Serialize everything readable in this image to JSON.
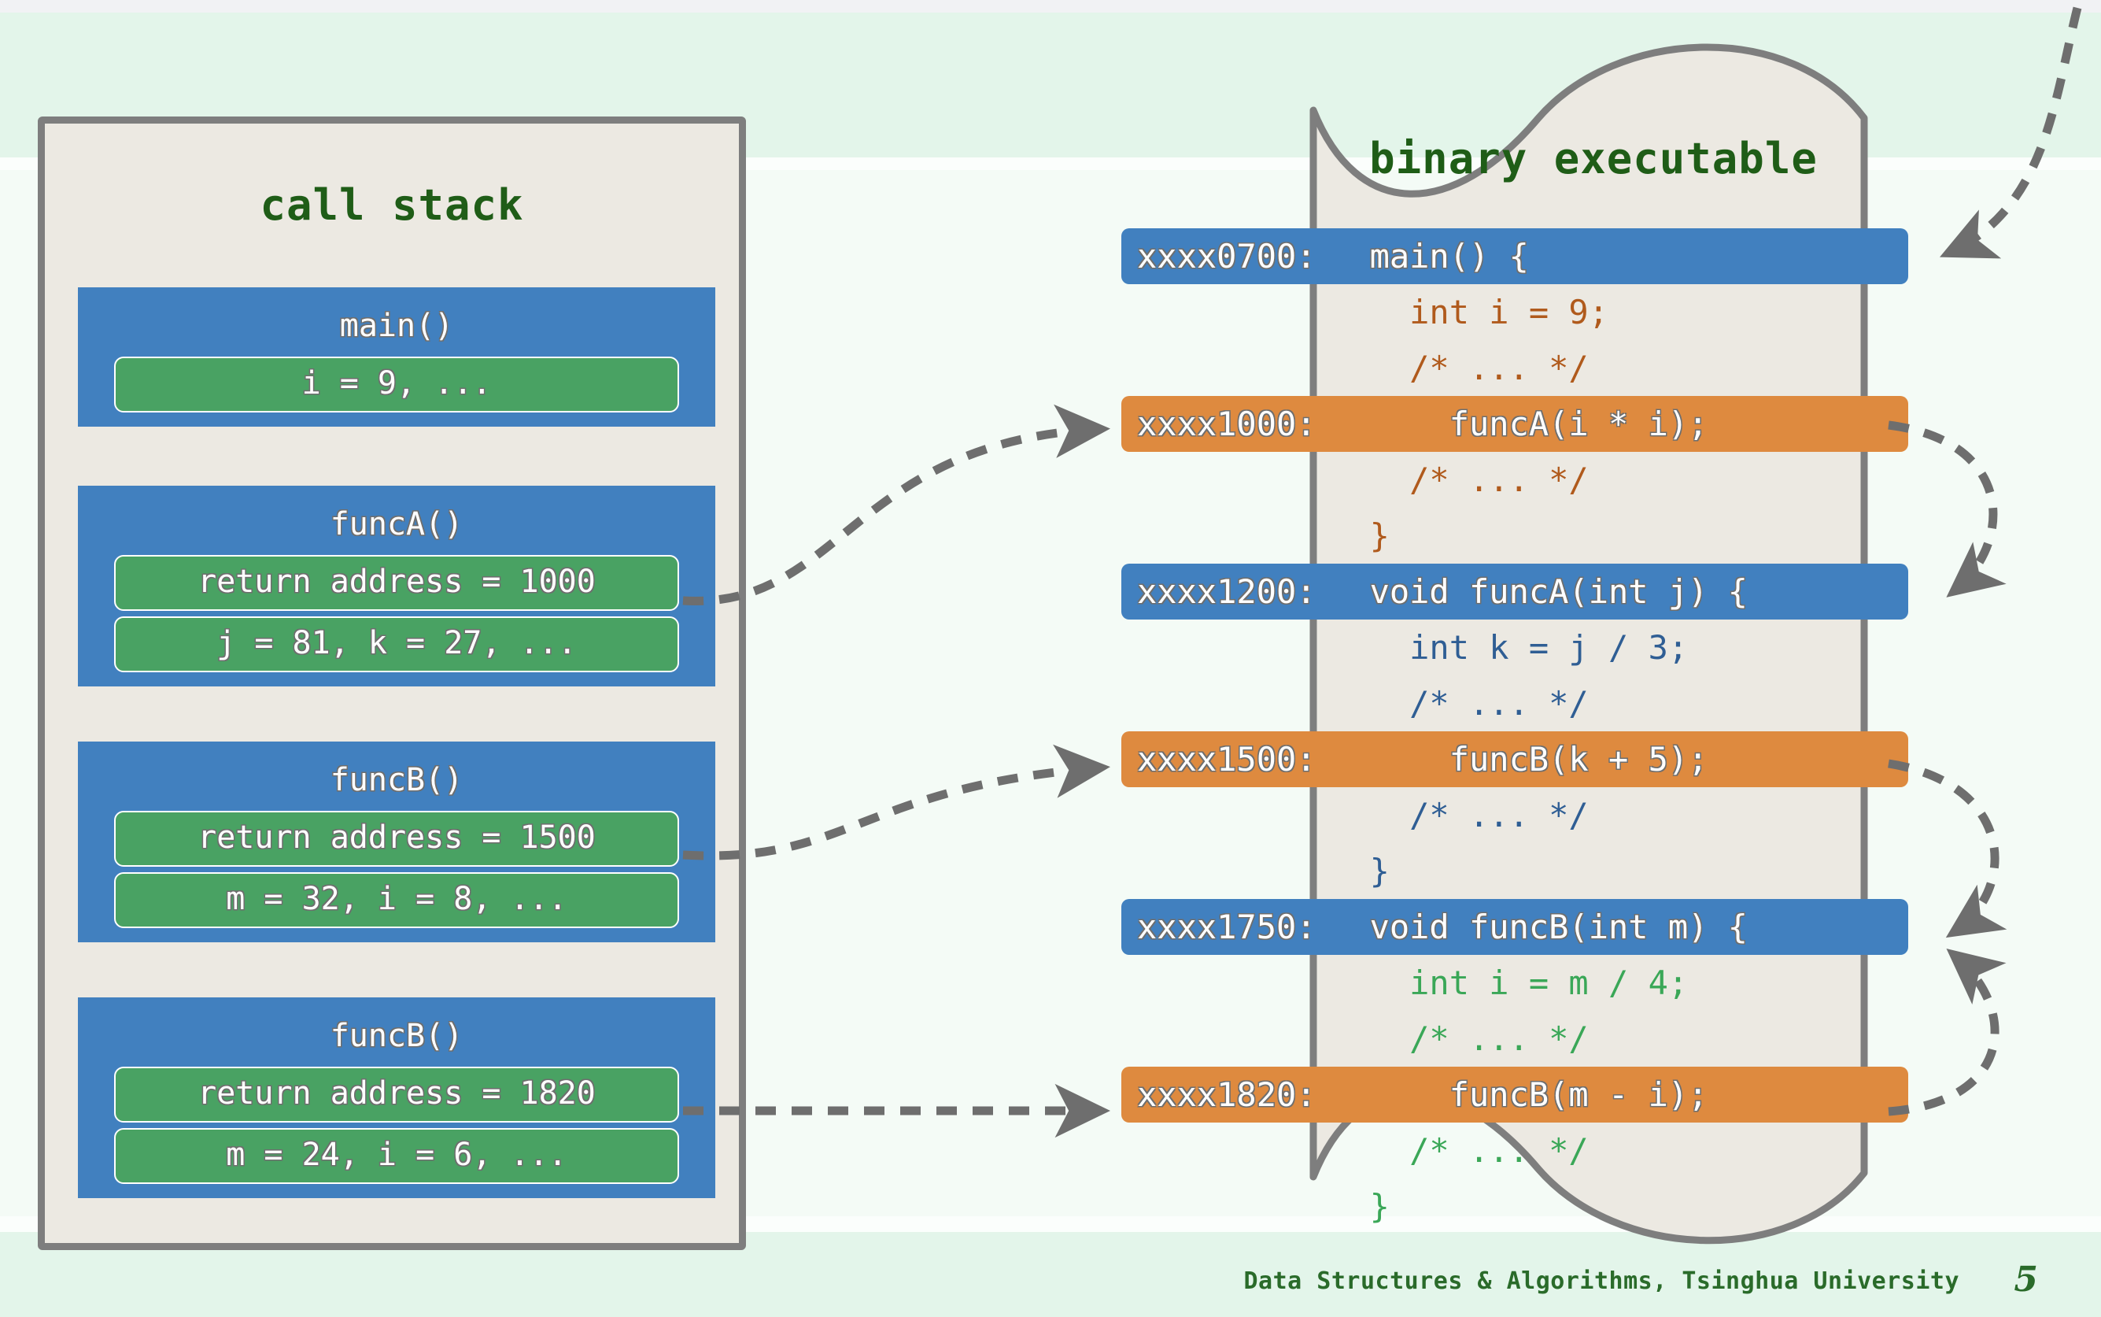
{
  "slide": {
    "footer_text": "Data Structures & Algorithms, Tsinghua University",
    "page_number": "5"
  },
  "call_stack": {
    "title": "call stack",
    "frames": [
      {
        "name": "main()",
        "slots": [
          "i = 9, ..."
        ]
      },
      {
        "name": "funcA()",
        "slots": [
          "return address = 1000",
          "j = 81, k = 27, ..."
        ]
      },
      {
        "name": "funcB()",
        "slots": [
          "return address = 1500",
          "m = 32, i = 8, ..."
        ]
      },
      {
        "name": "funcB()",
        "slots": [
          "return address = 1820",
          "m = 24, i = 6, ..."
        ]
      }
    ]
  },
  "binary_executable": {
    "title": "binary executable",
    "lines": [
      {
        "addr": "xxxx0700:",
        "src": "  main() {",
        "highlight": "blue",
        "color": ""
      },
      {
        "addr": "",
        "src": "    int i = 9;",
        "highlight": "",
        "color": "orange"
      },
      {
        "addr": "",
        "src": "    /* ... */",
        "highlight": "",
        "color": "orange"
      },
      {
        "addr": "xxxx1000:",
        "src": "      funcA(i * i);",
        "highlight": "orange",
        "color": ""
      },
      {
        "addr": "",
        "src": "    /* ... */",
        "highlight": "",
        "color": "orange"
      },
      {
        "addr": "",
        "src": "  }",
        "highlight": "",
        "color": "orange"
      },
      {
        "addr": "xxxx1200:",
        "src": "  void funcA(int j) {",
        "highlight": "blue",
        "color": ""
      },
      {
        "addr": "",
        "src": "    int k = j / 3;",
        "highlight": "",
        "color": "blue"
      },
      {
        "addr": "",
        "src": "    /* ... */",
        "highlight": "",
        "color": "blue"
      },
      {
        "addr": "xxxx1500:",
        "src": "      funcB(k + 5);",
        "highlight": "orange",
        "color": ""
      },
      {
        "addr": "",
        "src": "    /* ... */",
        "highlight": "",
        "color": "blue"
      },
      {
        "addr": "",
        "src": "  }",
        "highlight": "",
        "color": "blue"
      },
      {
        "addr": "xxxx1750:",
        "src": "  void funcB(int m) {",
        "highlight": "blue",
        "color": ""
      },
      {
        "addr": "",
        "src": "    int i = m / 4;",
        "highlight": "",
        "color": "green"
      },
      {
        "addr": "",
        "src": "    /* ... */",
        "highlight": "",
        "color": "green"
      },
      {
        "addr": "xxxx1820:",
        "src": "      funcB(m - i);",
        "highlight": "orange",
        "color": ""
      },
      {
        "addr": "",
        "src": "    /* ... */",
        "highlight": "",
        "color": "green"
      },
      {
        "addr": "",
        "src": "  }",
        "highlight": "",
        "color": "green"
      }
    ]
  },
  "colors": {
    "frame_blue": "#4180bf",
    "slot_green": "#49a263",
    "call_highlight_orange": "#de8a3f",
    "panel_beige": "#ece9e2",
    "panel_border_gray": "#7e7e7e",
    "title_green": "#1f5d17",
    "arrow_gray": "#6e6e6e",
    "background_mint": "#e3f5ea"
  }
}
